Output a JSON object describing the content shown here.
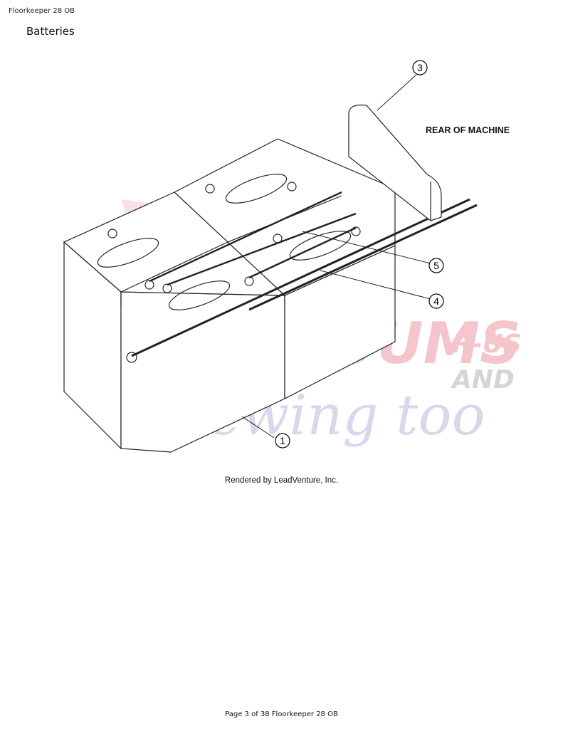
{
  "header": {
    "doc_title": "Floorkeeper 28 OB",
    "section": "Batteries"
  },
  "diagram": {
    "rear_label": "REAR OF MACHINE",
    "callouts": [
      "1",
      "3",
      "4",
      "5"
    ],
    "colors": {
      "line": "#222222",
      "watermark_red": "#e05a6a",
      "watermark_blue": "#8a8fc8",
      "watermark_gray": "#888888"
    }
  },
  "watermark": {
    "main": "VACUUMS",
    "ribbon": "R-US",
    "and": "AND",
    "script": "Sewing too"
  },
  "render_credit": "Rendered by LeadVenture, Inc.",
  "footer": {
    "page_text": "Page 3 of 38 Floorkeeper 28 OB"
  }
}
